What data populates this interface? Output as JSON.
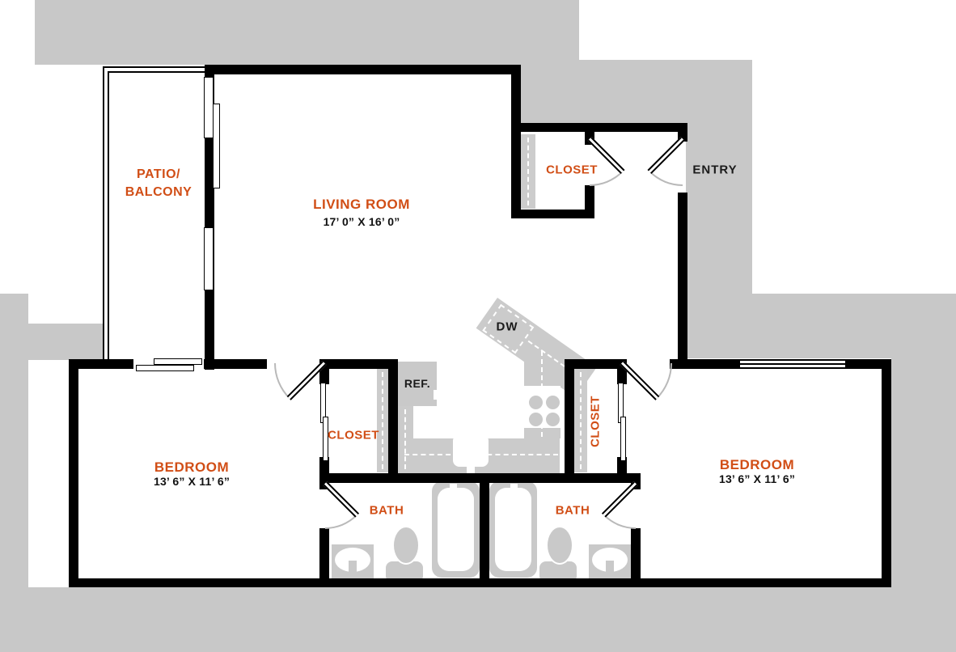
{
  "title": "Apartment floor plan",
  "colors": {
    "accent": "#d14e16",
    "wall": "#000000",
    "background_gray": "#c8c8c8",
    "fixture_gray": "#c9c9c9",
    "door_arc_gray": "#b9b9b9"
  },
  "rooms": {
    "patio": {
      "line1": "PATIO/",
      "line2": "BALCONY"
    },
    "living": {
      "label": "LIVING ROOM",
      "dims": "17’ 0” X 16’ 0”"
    },
    "entry": {
      "label": "ENTRY"
    },
    "closet_entry": {
      "label": "CLOSET"
    },
    "closet_left": {
      "label": "CLOSET"
    },
    "closet_right": {
      "label": "CLOSET"
    },
    "bedroom_left": {
      "label": "BEDROOM",
      "dims": "13’ 6” X 11’ 6”"
    },
    "bedroom_right": {
      "label": "BEDROOM",
      "dims": "13’ 6” X 11’ 6”"
    },
    "bath_left": {
      "label": "BATH"
    },
    "bath_right": {
      "label": "BATH"
    }
  },
  "kitchen": {
    "dishwasher_label": "DW",
    "refrigerator_label": "REF."
  }
}
